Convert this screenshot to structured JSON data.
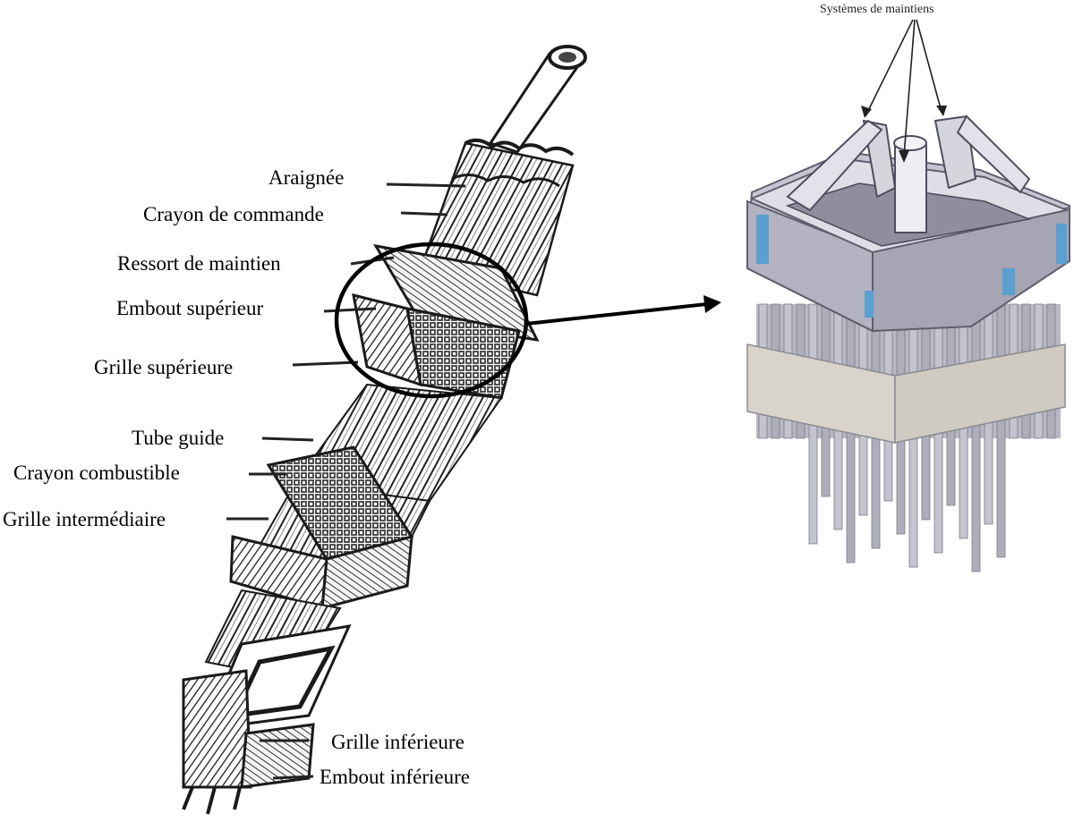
{
  "labels": {
    "araignee": "Araignée",
    "crayon_commande": "Crayon de commande",
    "ressort": "Ressort de maintien",
    "embout_sup": "Embout supérieur",
    "grille_sup": "Grille supérieure",
    "tube_guide": "Tube guide",
    "crayon_comb": "Crayon combustible",
    "grille_inter": "Grille intermédiaire",
    "grille_inf": "Grille inférieure",
    "embout_inf": "Embout inférieure",
    "systemes": "Systèmes de maintiens"
  },
  "colors": {
    "ink": "#000000",
    "metal": "#c9c9d3",
    "metal_dark": "#8e8e9c",
    "metal_light": "#e6e6ee",
    "accent_blue": "#5a9fd0",
    "sketch": "#2a2a2a"
  }
}
